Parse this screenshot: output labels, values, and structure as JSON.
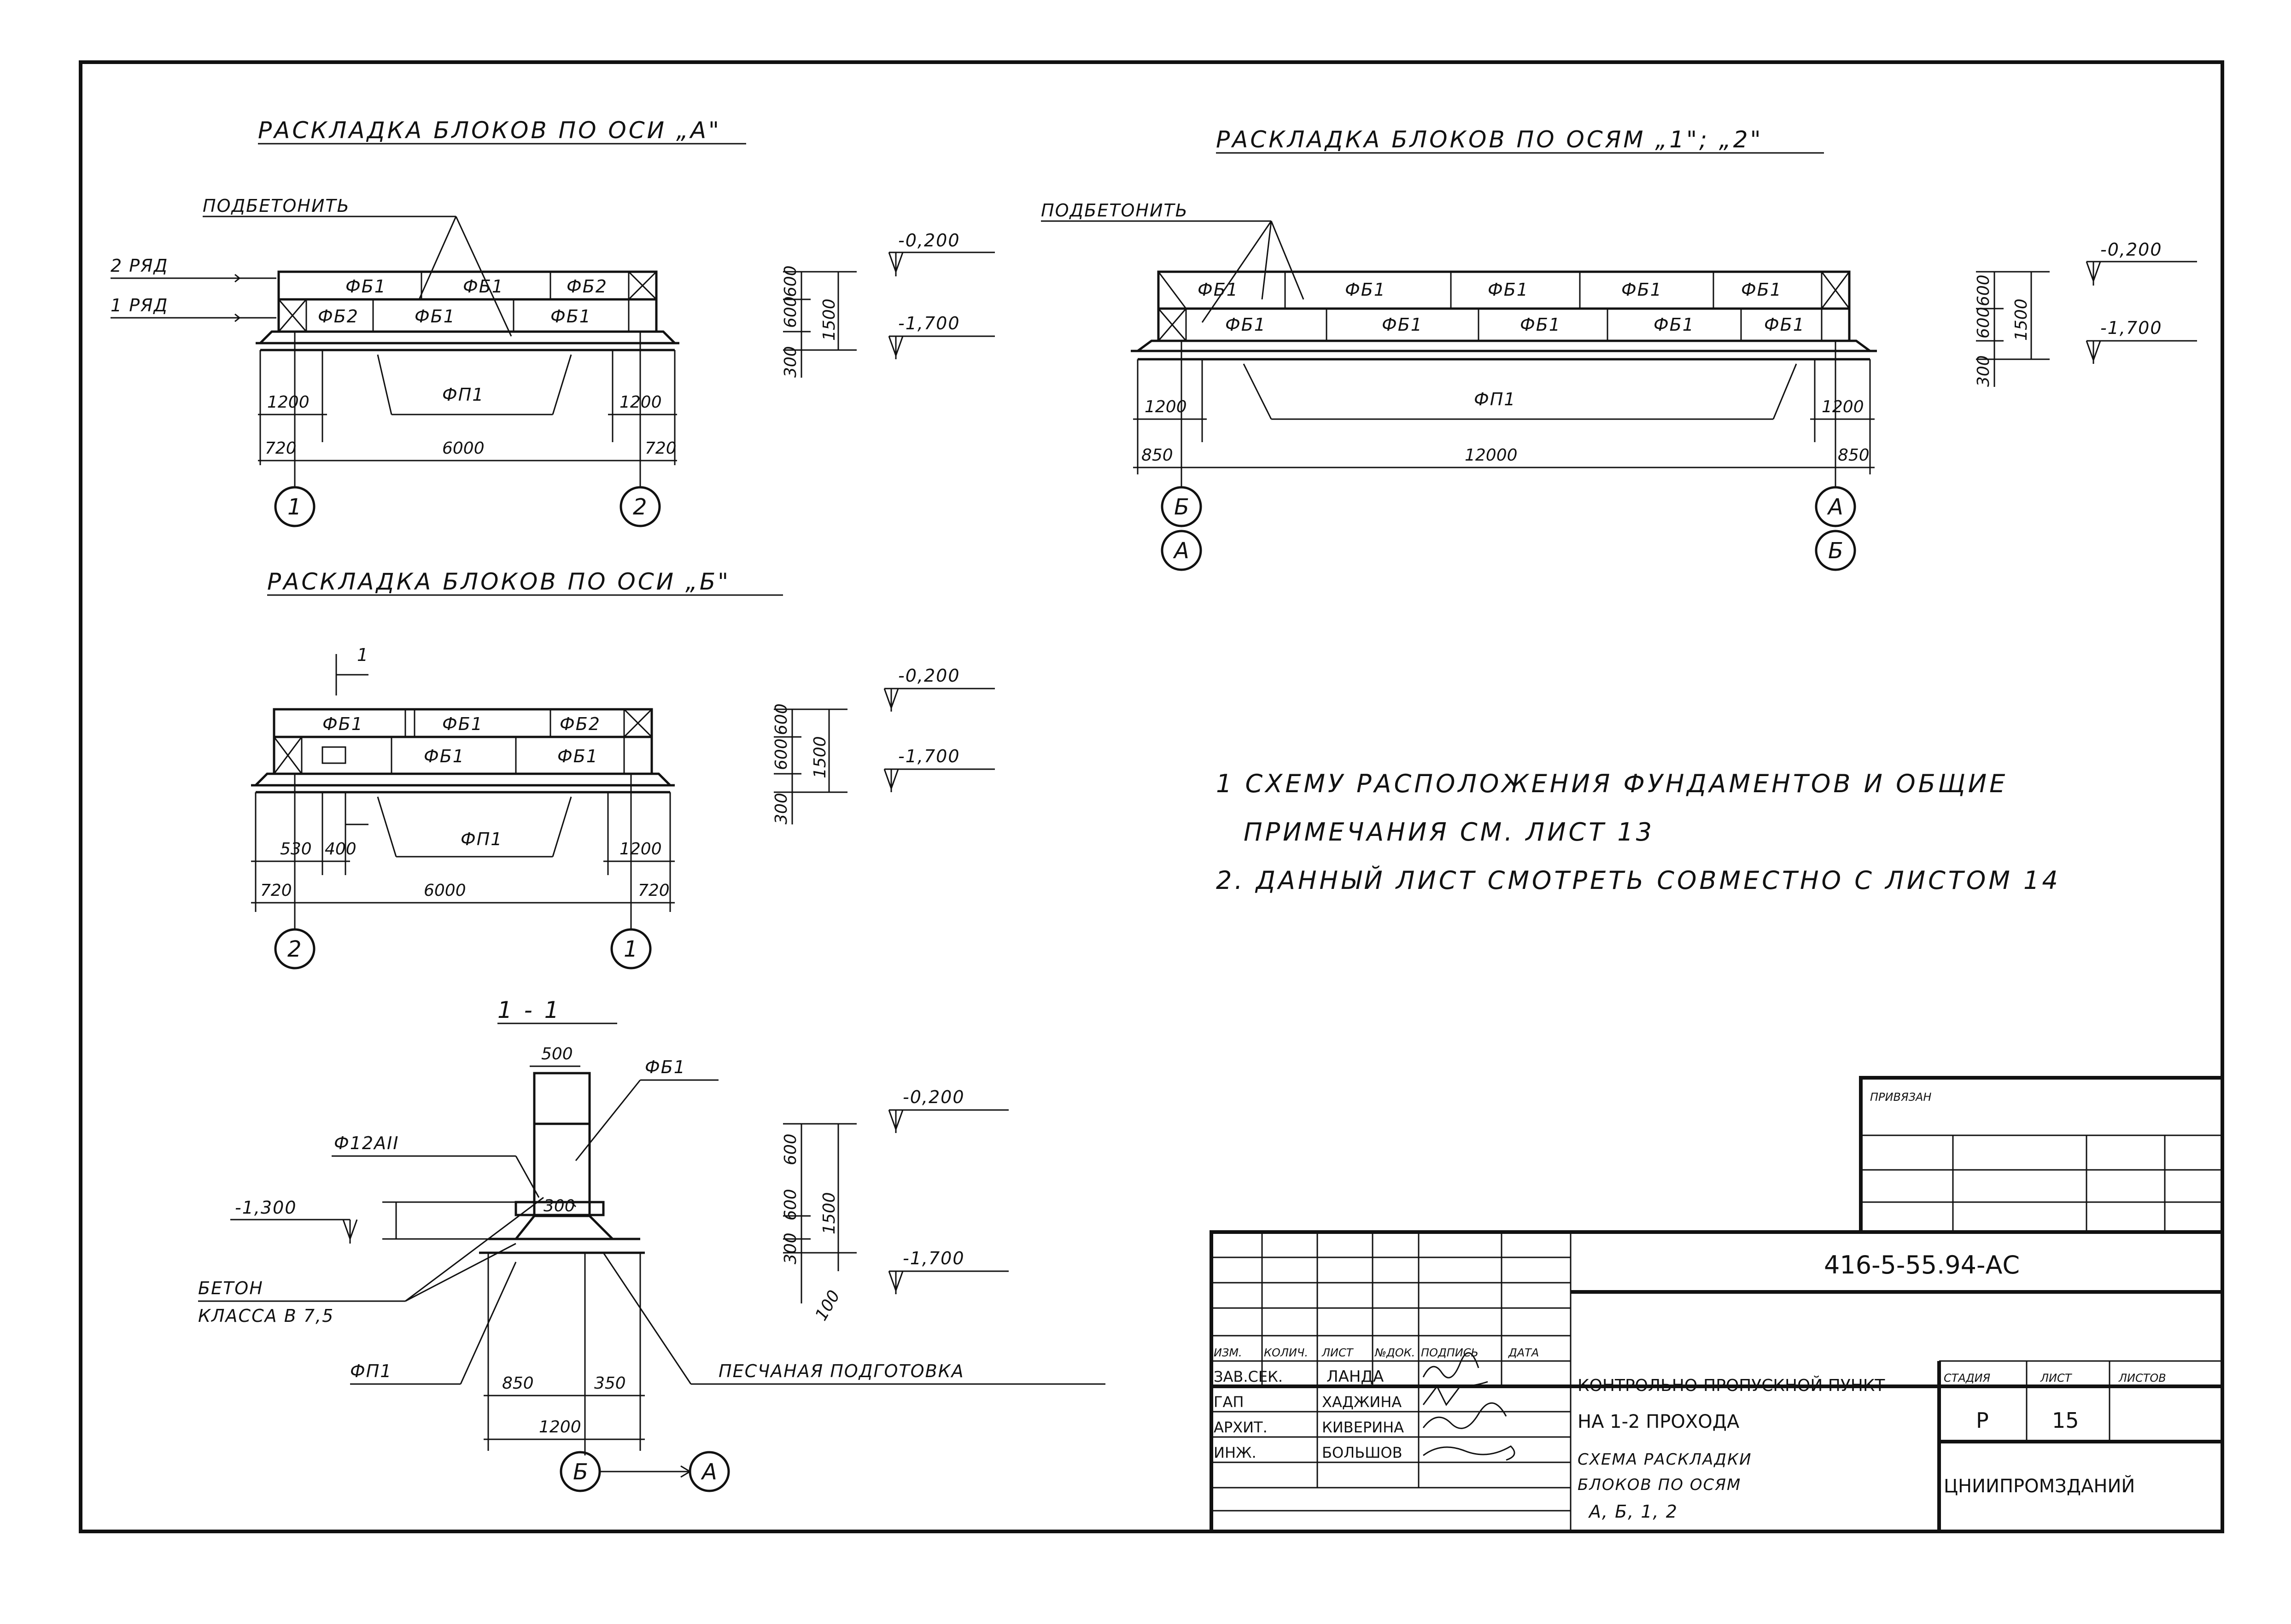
{
  "plan_a": {
    "title": "РАСКЛАДКА БЛОКОВ ПО ОСИ „А\"",
    "leader": "ПОДБЕТОНИТЬ",
    "row2": "2 РЯД",
    "row1": "1 РЯД",
    "top_row": [
      "ФБ1",
      "ФБ1",
      "ФБ2"
    ],
    "bottom_row": [
      "ФБ2",
      "ФБ1",
      "ФБ1"
    ],
    "slab": "ФП1",
    "dims": {
      "left": "1200",
      "right": "1200",
      "off_l": "720",
      "span": "6000",
      "off_r": "720",
      "heights": [
        "300",
        "600",
        "600"
      ],
      "total": "1500"
    },
    "levels": [
      "-0,200",
      "-1,700"
    ],
    "axes": [
      "1",
      "2"
    ]
  },
  "plan_12": {
    "title": "РАСКЛАДКА БЛОКОВ ПО ОСЯМ „1\"; „2\"",
    "leader": "ПОДБЕТОНИТЬ",
    "top_row": [
      "ФБ1",
      "ФБ1",
      "ФБ1",
      "ФБ1",
      "ФБ1"
    ],
    "bottom_row": [
      "ФБ1",
      "ФБ1",
      "ФБ1",
      "ФБ1",
      "ФБ1"
    ],
    "slab": "ФП1",
    "dims": {
      "left": "1200",
      "right": "1200",
      "off_l": "850",
      "span": "12000",
      "off_r": "850",
      "heights": [
        "300",
        "600",
        "600"
      ],
      "total": "1500"
    },
    "levels": [
      "-0,200",
      "-1,700"
    ],
    "axes_left": [
      "Б",
      "А"
    ],
    "axes_right": [
      "А",
      "Б"
    ]
  },
  "plan_b": {
    "title": "РАСКЛАДКА БЛОКОВ ПО ОСИ „Б\"",
    "cut": "1",
    "top_row": [
      "ФБ1",
      "ФБ1",
      "ФБ2"
    ],
    "bottom_row": [
      "ФБ1",
      "ФБ1"
    ],
    "slab": "ФП1",
    "dims": {
      "a": "530",
      "b": "400",
      "right": "1200",
      "off_l": "720",
      "span": "6000",
      "off_r": "720",
      "heights": [
        "300",
        "600",
        "600"
      ],
      "total": "1500"
    },
    "levels": [
      "-0,200",
      "-1,700"
    ],
    "axes": [
      "2",
      "1"
    ]
  },
  "section": {
    "title": "1 - 1",
    "block": "ФБ1",
    "width": "500",
    "rebar": "Ф12АII",
    "level_mid": "-1,300",
    "concrete": [
      "БЕТОН",
      "КЛАССА В 7,5"
    ],
    "slab": "ФП1",
    "sand": "ПЕСЧАНАЯ ПОДГОТОВКА",
    "dims": {
      "left": "850",
      "right": "350",
      "total": "1200",
      "h300": "300",
      "heights": [
        "100",
        "300",
        "600",
        "600"
      ],
      "sum": "1500"
    },
    "levels": [
      "-0,200",
      "-1,700"
    ],
    "axes": [
      "Б",
      "А"
    ]
  },
  "notes": [
    "1 СХЕМУ РАСПОЛОЖЕНИЯ ФУНДАМЕНТОВ И ОБЩИЕ",
    "ПРИМЕЧАНИЯ СМ. ЛИСТ 13",
    "2. ДАННЫЙ ЛИСТ СМОТРЕТЬ СОВМЕСТНО С ЛИСТОМ 14"
  ],
  "title_block": {
    "privyazan": "ПРИВЯЗАН",
    "doc_code": "416-5-55.94-АС",
    "headers": [
      "ИЗМ.",
      "КОЛИЧ.",
      "ЛИСТ",
      "№ДОК.",
      "ПОДПИСЬ",
      "ДАТА"
    ],
    "staff": [
      {
        "role": "ЗАВ.СЕК.",
        "name": "ЛАНДА"
      },
      {
        "role": "ГАП",
        "name": "ХАДЖИНА"
      },
      {
        "role": "АРХИТ.",
        "name": "КИВЕРИНА"
      },
      {
        "role": "ИНЖ.",
        "name": "БОЛЬШОВ"
      }
    ],
    "project": [
      "КОНТРОЛЬНО-ПРОПУСКНОЙ ПУНКТ",
      "НА 1-2 ПРОХОДА"
    ],
    "sheet_title": [
      "СХЕМА РАСКЛАДКИ",
      "БЛОКОВ ПО ОСЯМ",
      "А, Б, 1, 2"
    ],
    "stage_label": "СТАДИЯ",
    "sheet_label": "ЛИСТ",
    "sheets_label": "ЛИСТОВ",
    "stage": "Р",
    "sheet": "15",
    "org": "ЦНИИПРОМЗДАНИЙ"
  }
}
